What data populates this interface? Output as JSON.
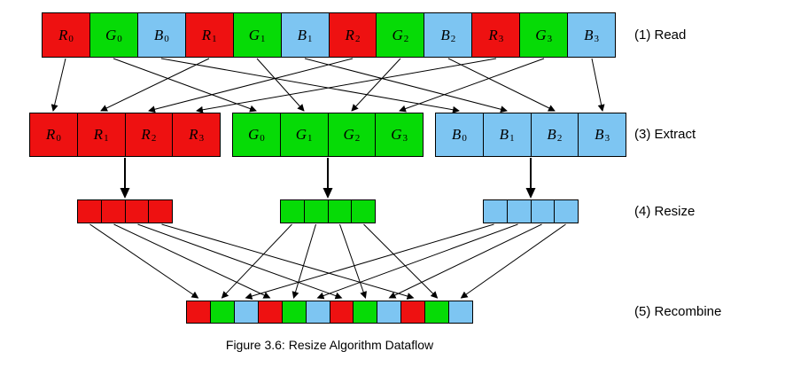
{
  "palette": {
    "red": "#ee1111",
    "green": "#06db06",
    "blue": "#7dc5f2"
  },
  "read": {
    "label": "(1) Read",
    "cells": [
      {
        "ch": "R",
        "sub": "0",
        "color": "red"
      },
      {
        "ch": "G",
        "sub": "0",
        "color": "green"
      },
      {
        "ch": "B",
        "sub": "0",
        "color": "blue"
      },
      {
        "ch": "R",
        "sub": "1",
        "color": "red"
      },
      {
        "ch": "G",
        "sub": "1",
        "color": "green"
      },
      {
        "ch": "B",
        "sub": "1",
        "color": "blue"
      },
      {
        "ch": "R",
        "sub": "2",
        "color": "red"
      },
      {
        "ch": "G",
        "sub": "2",
        "color": "green"
      },
      {
        "ch": "B",
        "sub": "2",
        "color": "blue"
      },
      {
        "ch": "R",
        "sub": "3",
        "color": "red"
      },
      {
        "ch": "G",
        "sub": "3",
        "color": "green"
      },
      {
        "ch": "B",
        "sub": "3",
        "color": "blue"
      }
    ]
  },
  "extract": {
    "label": "(3) Extract",
    "groups": [
      {
        "color": "red",
        "cells": [
          {
            "ch": "R",
            "sub": "0"
          },
          {
            "ch": "R",
            "sub": "1"
          },
          {
            "ch": "R",
            "sub": "2"
          },
          {
            "ch": "R",
            "sub": "3"
          }
        ]
      },
      {
        "color": "green",
        "cells": [
          {
            "ch": "G",
            "sub": "0"
          },
          {
            "ch": "G",
            "sub": "1"
          },
          {
            "ch": "G",
            "sub": "2"
          },
          {
            "ch": "G",
            "sub": "3"
          }
        ]
      },
      {
        "color": "blue",
        "cells": [
          {
            "ch": "B",
            "sub": "0"
          },
          {
            "ch": "B",
            "sub": "1"
          },
          {
            "ch": "B",
            "sub": "2"
          },
          {
            "ch": "B",
            "sub": "3"
          }
        ]
      }
    ]
  },
  "resize": {
    "label": "(4) Resize",
    "strips": [
      "red",
      "green",
      "blue"
    ],
    "cells_per_strip": 4
  },
  "recombine": {
    "label": "(5) Recombine",
    "pattern": [
      "red",
      "green",
      "blue",
      "red",
      "green",
      "blue",
      "red",
      "green",
      "blue",
      "red",
      "green",
      "blue"
    ]
  },
  "caption": "Figure 3.6: Resize Algorithm Dataflow"
}
